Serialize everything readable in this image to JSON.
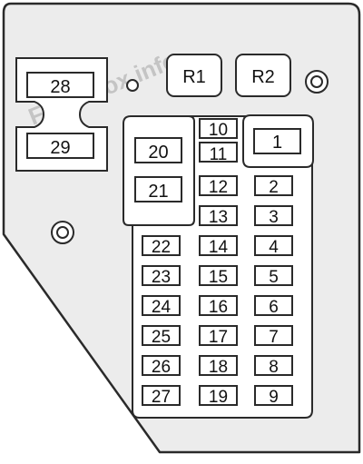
{
  "fuses": {
    "f1": "1",
    "f2": "2",
    "f3": "3",
    "f4": "4",
    "f5": "5",
    "f6": "6",
    "f7": "7",
    "f8": "8",
    "f9": "9",
    "f10": "10",
    "f11": "11",
    "f12": "12",
    "f13": "13",
    "f14": "14",
    "f15": "15",
    "f16": "16",
    "f17": "17",
    "f18": "18",
    "f19": "19",
    "f20": "20",
    "f21": "21",
    "f22": "22",
    "f23": "23",
    "f24": "24",
    "f25": "25",
    "f26": "26",
    "f27": "27",
    "f28": "28",
    "f29": "29"
  },
  "relays": {
    "r1": "R1",
    "r2": "R2"
  },
  "watermark": "Fuse-Box.info",
  "colors": {
    "panel": "#ececec",
    "outline": "#2a2a2a",
    "slot": "#ffffff",
    "watermark": "#bdbdbd"
  }
}
